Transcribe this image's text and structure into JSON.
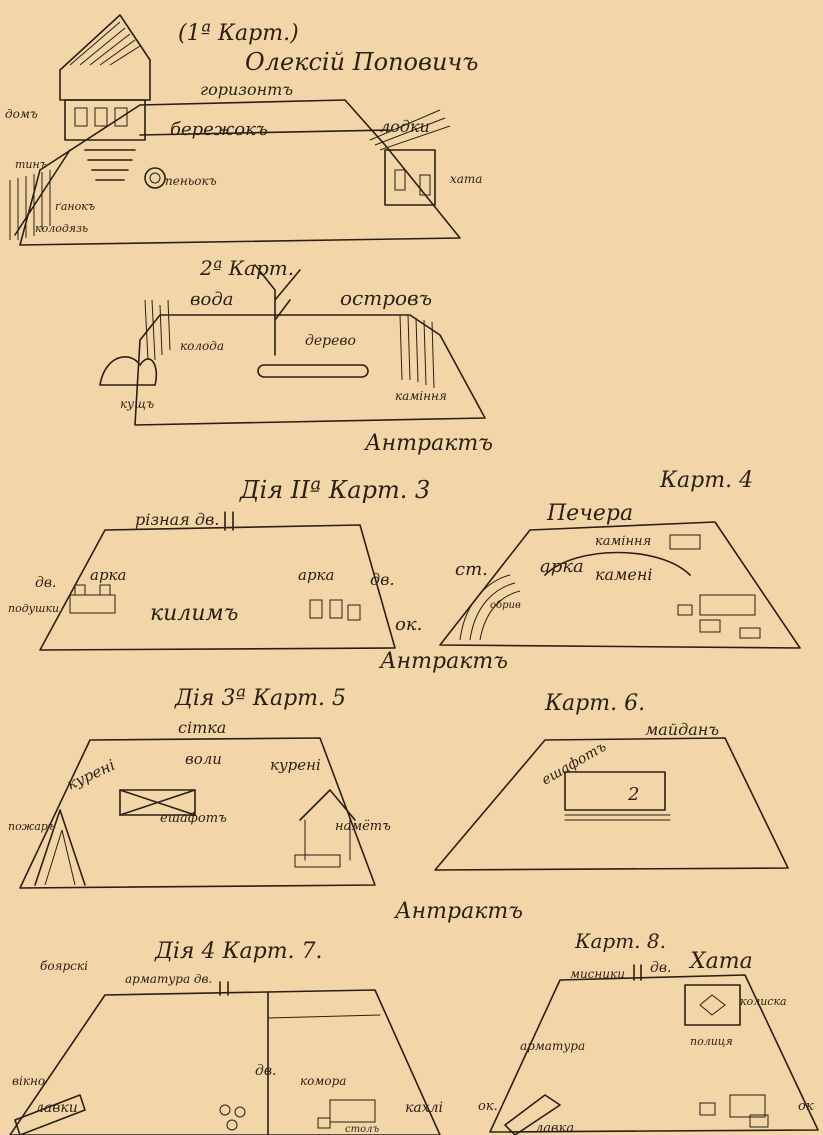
{
  "document": {
    "header": "(1ª Карт.)",
    "author": "Олексій Поповичъ",
    "scenes": [
      {
        "id": "scene-1",
        "labels": {
          "horizon": "горизонтъ",
          "shore": "бережокъ",
          "boats": "лодки",
          "khata": "хата",
          "porch": "ґанокъ",
          "fence": "тинъ",
          "well": "колодязь",
          "stump": "пеньокъ",
          "house": "домъ"
        }
      },
      {
        "id": "scene-2",
        "labels": {
          "header": "2ª Карт.",
          "water": "вода",
          "island": "островъ",
          "tree": "дерево",
          "trunk": "колода",
          "stones": "каміння",
          "bush": "кущъ"
        }
      },
      {
        "id": "entr-1",
        "text": "Антрактъ"
      },
      {
        "id": "scene-3",
        "labels": {
          "header": "Дія ІІª Карт. 3",
          "side_door": "різная дв.",
          "arch_left": "арка",
          "arch_right": "арка",
          "door_left": "дв.",
          "door_right": "дв.",
          "carpet": "килимъ",
          "dais": "подушки",
          "window": "ок."
        }
      },
      {
        "id": "scene-4",
        "labels": {
          "header": "Карт. 4",
          "cave": "Печера",
          "arch": "арка",
          "stones": "каміння",
          "rocks": "камені",
          "wall": "ст.",
          "overhang": "обрив"
        }
      },
      {
        "id": "entr-2",
        "text": "Антрактъ"
      },
      {
        "id": "scene-5",
        "labels": {
          "header": "Дія 3ª Карт. 5",
          "net": "сітка",
          "ox": "воли",
          "tent_left": "курені",
          "tent_right": "курені",
          "scaffold": "ешафотъ",
          "canopy": "намётъ",
          "fire": "пожаръ"
        }
      },
      {
        "id": "scene-6",
        "labels": {
          "header": "Карт. 6.",
          "square": "майданъ",
          "scaffold": "ешафотъ",
          "number": "2"
        }
      },
      {
        "id": "entr-3",
        "text": "Антрактъ"
      },
      {
        "id": "scene-7",
        "labels": {
          "header": "Дія 4 Карт. 7.",
          "bojar": "боярскі",
          "armory": "арматура дв.",
          "door": "дв.",
          "window": "вікно",
          "bench": "лавки",
          "table": "столъ",
          "store": "комора",
          "stove": "кахлі"
        }
      },
      {
        "id": "scene-8",
        "labels": {
          "header": "Карт. 8.",
          "shelf": "мисники",
          "door": "дв.",
          "khata": "Хата",
          "cradle": "колиска",
          "armory": "арматура",
          "window": "ок.",
          "bench": "лавка",
          "stool": "полиця",
          "oven": "ок"
        }
      }
    ]
  }
}
